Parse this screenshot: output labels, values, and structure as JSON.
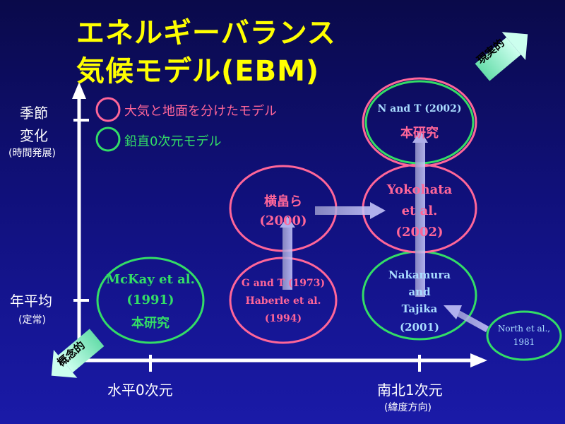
{
  "title": {
    "line1": "エネルギーバランス",
    "line2": "気候モデル(EBM)"
  },
  "corner_arrows": {
    "top_right": "現実的",
    "bottom_left": "概念的"
  },
  "y_axis": {
    "upper_label_line1": "季節",
    "upper_label_line2": "変化",
    "upper_sub": "(時間発展)",
    "lower_label": "年平均",
    "lower_sub": "(定常)"
  },
  "x_axis": {
    "left_label": "水平0次元",
    "right_label": "南北1次元",
    "right_sub": "(緯度方向)"
  },
  "legend": [
    {
      "text": "大気と地面を分けたモデル",
      "color": "#ff6699"
    },
    {
      "text": "鉛直0次元モデル",
      "color": "#33dd66"
    }
  ],
  "nodes": {
    "mckay": {
      "line1": "McKay et al.",
      "line2": "(1991)",
      "line3": "本研究"
    },
    "g_and_t": {
      "line1": "G and T (1973)",
      "line2": "Haberle et al.",
      "line3": "(1994)"
    },
    "yokohata_2000": {
      "line1": "横畠ら",
      "line2": "(2000)"
    },
    "nakamura": {
      "line1": "Nakamura",
      "line2": "and",
      "line3": "Tajika",
      "line4": "(2001)"
    },
    "yokohata_2002": {
      "line1": "Yokohata",
      "line2": "et al.",
      "line3": "(2002)"
    },
    "n_and_t": {
      "line1": "N and T (2002)",
      "line2": "本研究"
    },
    "north": {
      "line1": "North et al.,",
      "line2": "1981"
    }
  },
  "colors": {
    "pink": "#ff6699",
    "green": "#33dd66",
    "title": "#ffff00",
    "text_light": "#aaddff",
    "corner_arrow": "#99ffcc"
  }
}
